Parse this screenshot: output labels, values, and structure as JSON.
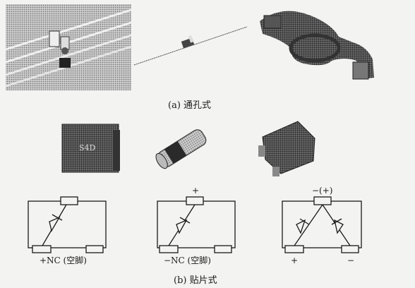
{
  "captions": {
    "a": "(a) 通孔式",
    "b": "(b) 贴片式"
  },
  "photos": {
    "smd_package_marking": "S4D"
  },
  "diagrams": {
    "d1": {
      "label_bottom_left": "+NC (空脚)"
    },
    "d2": {
      "label_top": "+",
      "label_bottom_left": "−NC (空脚)"
    },
    "d3": {
      "label_top": "−(+)",
      "label_bottom_left": "+",
      "label_bottom_right": "−"
    }
  }
}
